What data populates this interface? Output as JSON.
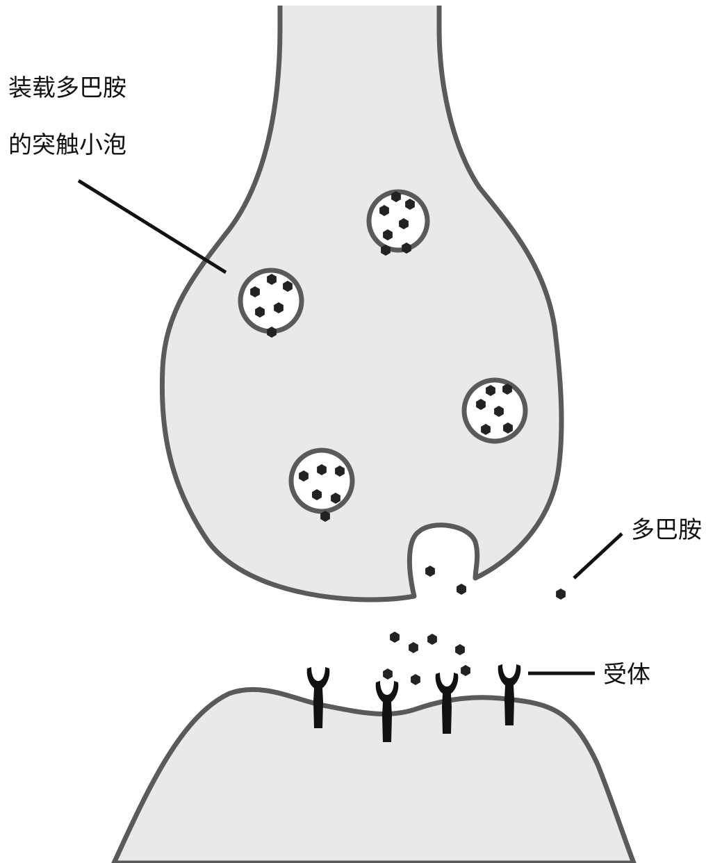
{
  "labels": {
    "vesicle_line1": "装载多巴胺",
    "vesicle_line2": "的突触小泡",
    "dopamine": "多巴胺",
    "receptor": "受体"
  },
  "colors": {
    "membrane_stroke": "#5a5a5a",
    "cytoplasm_fill": "#e9e9e9",
    "vesicle_fill": "#ffffff",
    "molecule_fill": "#222222",
    "receptor_fill": "#111111",
    "leader_line": "#111111"
  },
  "icons": {
    "dopamine_molecule": "hexagon",
    "receptor": "y-shaped-receptor"
  }
}
